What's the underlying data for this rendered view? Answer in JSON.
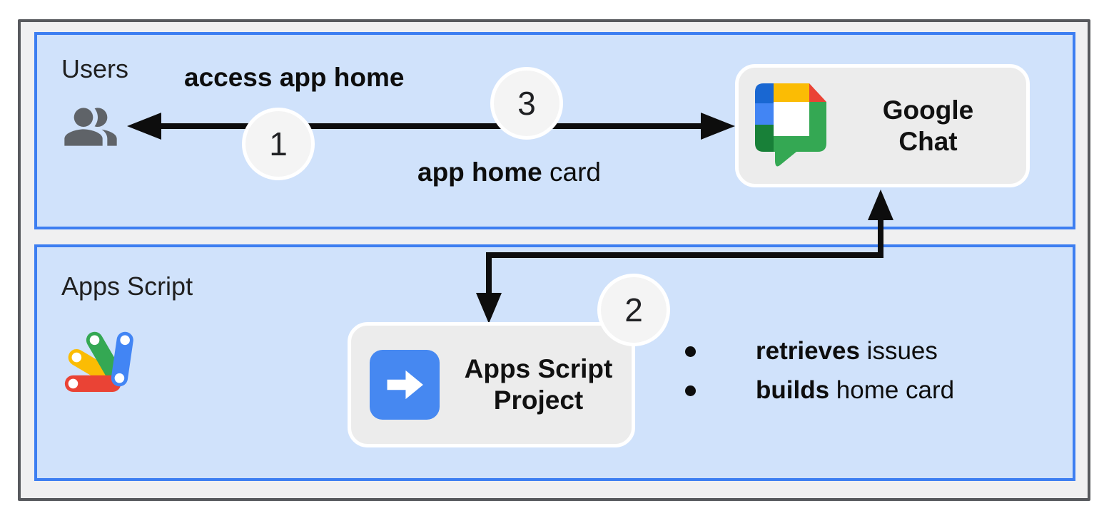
{
  "panels": {
    "users": {
      "label": "Users"
    },
    "apps_script": {
      "label": "Apps Script"
    }
  },
  "nodes": {
    "google_chat": {
      "line1": "Google",
      "line2": "Chat"
    },
    "apps_script_project": {
      "line1": "Apps Script",
      "line2": "Project"
    }
  },
  "labels": {
    "access_app_home": "access app home",
    "app_home_bold": "app home",
    "app_home_rest": " card"
  },
  "steps": {
    "step1": "1",
    "step2": "2",
    "step3": "3"
  },
  "bullets": [
    {
      "bold": "retrieves",
      "rest": " issues"
    },
    {
      "bold": "builds",
      "rest": " home card"
    }
  ],
  "icons": {
    "users": "people-icon",
    "google_chat": "google-chat-logo",
    "apps_script": "apps-script-logo",
    "project_tile": "arrow-right-icon"
  },
  "colors": {
    "frame_border": "#57595d",
    "frame_fill": "#f0f0f1",
    "panel_border": "#3d7ef1",
    "panel_fill": "#d0e2fb",
    "node_fill": "#ececec",
    "node_border": "#ffffff",
    "arrow_black": "#0d0d0d",
    "circle_fill": "#f4f4f4",
    "icon_gray": "#5f6368",
    "google_blue": "#4285f4",
    "google_dark_blue": "#1967d2",
    "google_yellow": "#fbbc04",
    "google_red": "#ea4335",
    "google_green": "#34a853",
    "google_dark_green": "#188038"
  }
}
